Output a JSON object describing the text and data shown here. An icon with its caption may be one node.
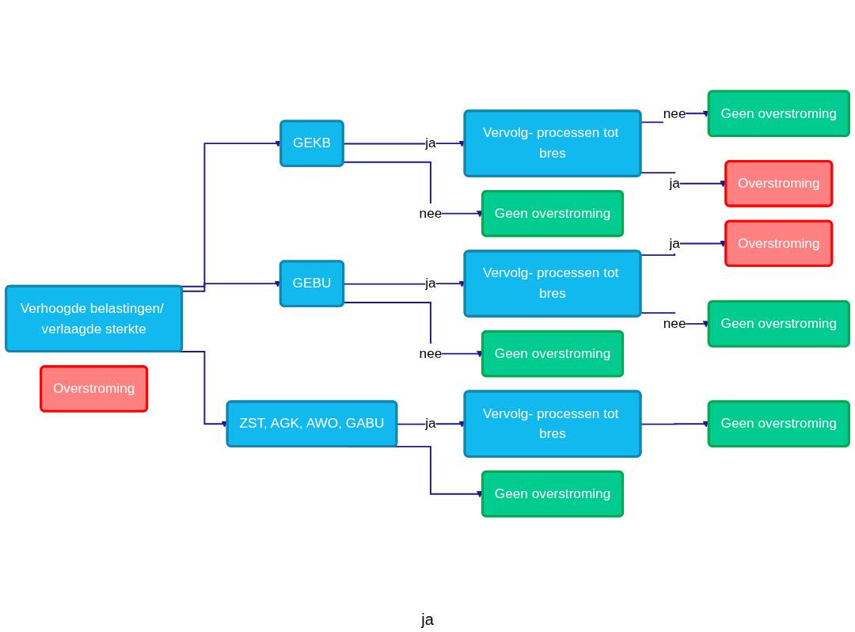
{
  "diagram": {
    "nodes": [
      {
        "text": [
          "Verhoogde belastingen/ verlaagde sterkte"
        ]
      },
      {
        "text": [
          "GEKB"
        ]
      },
      {
        "text": [
          "Vervolg- processen tot bres"
        ]
      },
      {
        "text": [
          "Geen overstroming"
        ]
      },
      {
        "text": [
          "Geen overstroming"
        ]
      },
      {
        "text": [
          "Overstroming"
        ]
      },
      {
        "text": [
          "GEBU"
        ]
      },
      {
        "text": [
          "Vervolg- processen tot bres"
        ]
      },
      {
        "text": [
          "Overstroming"
        ]
      },
      {
        "text": [
          "Geen overstroming"
        ]
      },
      {
        "text": [
          "Geen overstroming"
        ]
      },
      {
        "text": [
          "ZST, AGK, AWO, GABU"
        ]
      },
      {
        "text": [
          "Vervolg- processen tot bres"
        ]
      },
      {
        "text": [
          "Overstroming"
        ]
      },
      {
        "text": [
          "Geen overstroming"
        ]
      },
      {
        "text": [
          "Geen overstroming"
        ]
      }
    ],
    "edges": [
      {
        "from": 0,
        "to": 1,
        "arrow": "to"
      },
      {
        "from": 0,
        "to": 6,
        "arrow": "to"
      },
      {
        "from": 0,
        "to": 11,
        "arrow": "to"
      },
      {
        "from": 1,
        "to": 3,
        "arrow": "to",
        "label": "nee"
      },
      {
        "from": 1,
        "to": 2,
        "arrow": "to",
        "label": "ja"
      },
      {
        "from": 2,
        "to": 4,
        "arrow": "to",
        "label": "nee"
      },
      {
        "from": 2,
        "to": 5,
        "arrow": "to",
        "label": "ja"
      },
      {
        "from": 6,
        "to": 7,
        "arrow": "to",
        "label": "ja"
      },
      {
        "from": 7,
        "to": 8,
        "arrow": "to",
        "label": "ja"
      },
      {
        "from": 7,
        "to": 9,
        "arrow": "to",
        "label": "nee"
      },
      {
        "from": 6,
        "to": 10,
        "arrow": "to",
        "label": "nee"
      },
      {
        "from": 11,
        "to": 12,
        "arrow": "to",
        "label": "ja"
      },
      {
        "from": 12,
        "to": 14,
        "arrow": "to"
      },
      {
        "from": 11,
        "to": 15,
        "arrow": "to"
      }
    ],
    "labels": [
      "ja"
    ]
  }
}
